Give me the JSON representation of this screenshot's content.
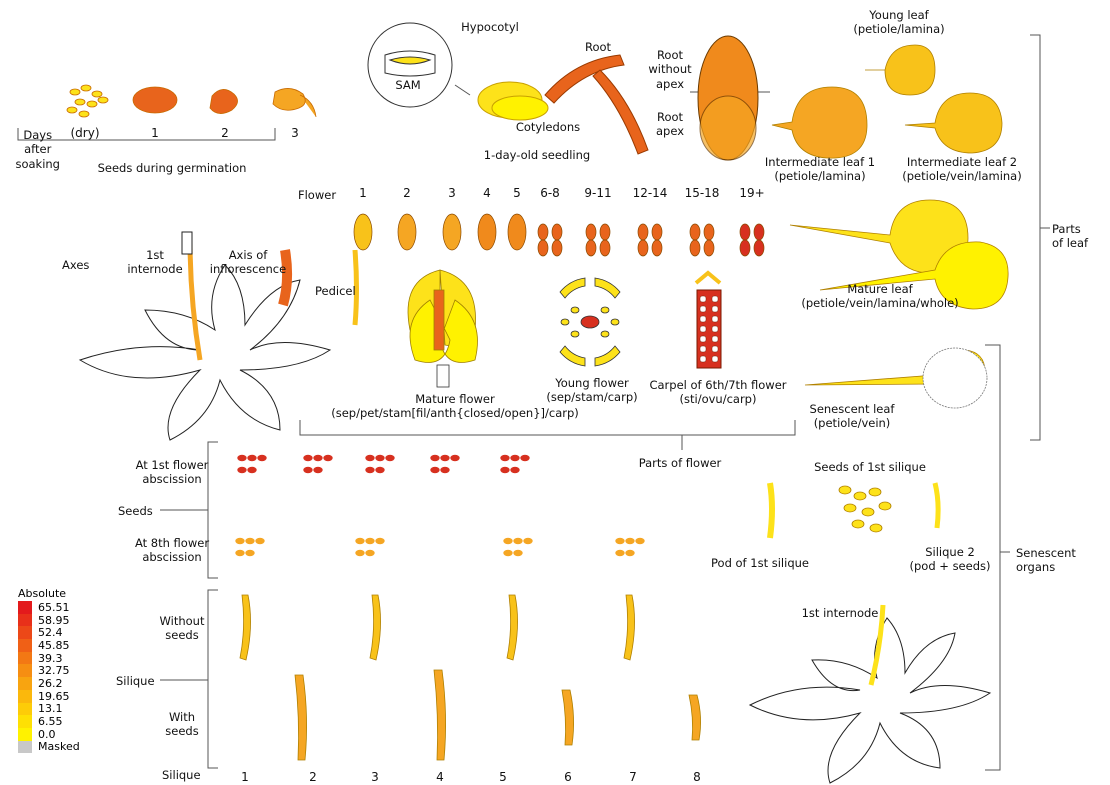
{
  "germination": {
    "row_label": "Days\nafter\nsoaking",
    "stages": [
      "(dry)",
      "1",
      "2",
      "3"
    ],
    "caption": "Seeds during germination"
  },
  "seedling": {
    "sam": "SAM",
    "hypocotyl": "Hypocotyl",
    "root": "Root",
    "cotyledons": "Cotyledons",
    "caption": "1-day-old seedling",
    "root_without_apex": "Root\nwithout\napex",
    "root_apex": "Root\napex"
  },
  "leaves": {
    "young": "Young leaf\n(petiole/lamina)",
    "intermediate_1": "Intermediate leaf 1\n(petiole/lamina)",
    "intermediate_2": "Intermediate leaf 2\n(petiole/vein/lamina)",
    "mature": "Mature leaf\n(petiole/vein/lamina/whole)",
    "senescent": "Senescent leaf\n(petiole/vein)",
    "group": "Parts\nof leaf"
  },
  "axes": {
    "title": "Axes",
    "first_internode": "1st\ninternode",
    "inflorescence": "Axis of\ninflorescence"
  },
  "flower": {
    "row_label": "Flower",
    "stages": [
      "1",
      "2",
      "3",
      "4",
      "5",
      "6-8",
      "9-11",
      "12-14",
      "15-18",
      "19+"
    ],
    "pedicel": "Pedicel",
    "mature": "Mature flower\n(sep/pet/stam[fil/anth{closed/open}]/carp)",
    "young": "Young flower\n(sep/stam/carp)",
    "carpel": "Carpel of 6th/7th flower\n(sti/ovu/carp)",
    "group": "Parts of flower"
  },
  "seeds": {
    "group": "Seeds",
    "first_abscission": "At 1st flower\nabscission",
    "eighth_abscission": "At 8th flower\nabscission"
  },
  "silique": {
    "group": "Silique",
    "without_seeds": "Without\nseeds",
    "with_seeds": "With\nseeds",
    "row_label": "Silique",
    "numbers": [
      "1",
      "2",
      "3",
      "4",
      "5",
      "6",
      "7",
      "8"
    ]
  },
  "senescent": {
    "seeds_first": "Seeds of 1st silique",
    "pod_first": "Pod of 1st silique",
    "silique2": "Silique 2\n(pod + seeds)",
    "internode": "1st internode",
    "group": "Senescent\norgans"
  },
  "legend": {
    "title": "Absolute",
    "items": [
      {
        "label": "65.51",
        "color": "#e31a1c"
      },
      {
        "label": "58.95",
        "color": "#e8301a"
      },
      {
        "label": "52.4",
        "color": "#ec4818"
      },
      {
        "label": "45.85",
        "color": "#f06016"
      },
      {
        "label": "39.3",
        "color": "#f37814"
      },
      {
        "label": "32.75",
        "color": "#f68e12"
      },
      {
        "label": "26.2",
        "color": "#f8a410"
      },
      {
        "label": "19.65",
        "color": "#fbb80c"
      },
      {
        "label": "13.1",
        "color": "#fdcc08"
      },
      {
        "label": "6.55",
        "color": "#fee004"
      },
      {
        "label": "0.0",
        "color": "#fff200"
      },
      {
        "label": "Masked",
        "color": "#c8c8c8"
      }
    ]
  },
  "colors": {
    "red": "#d7301f",
    "orange_dark": "#e8641c",
    "orange": "#f08a1c",
    "orange_light": "#f5a623",
    "amber": "#f8c21a",
    "yellow": "#fde21a",
    "bright_yellow": "#fff200",
    "outline": "#333333"
  }
}
